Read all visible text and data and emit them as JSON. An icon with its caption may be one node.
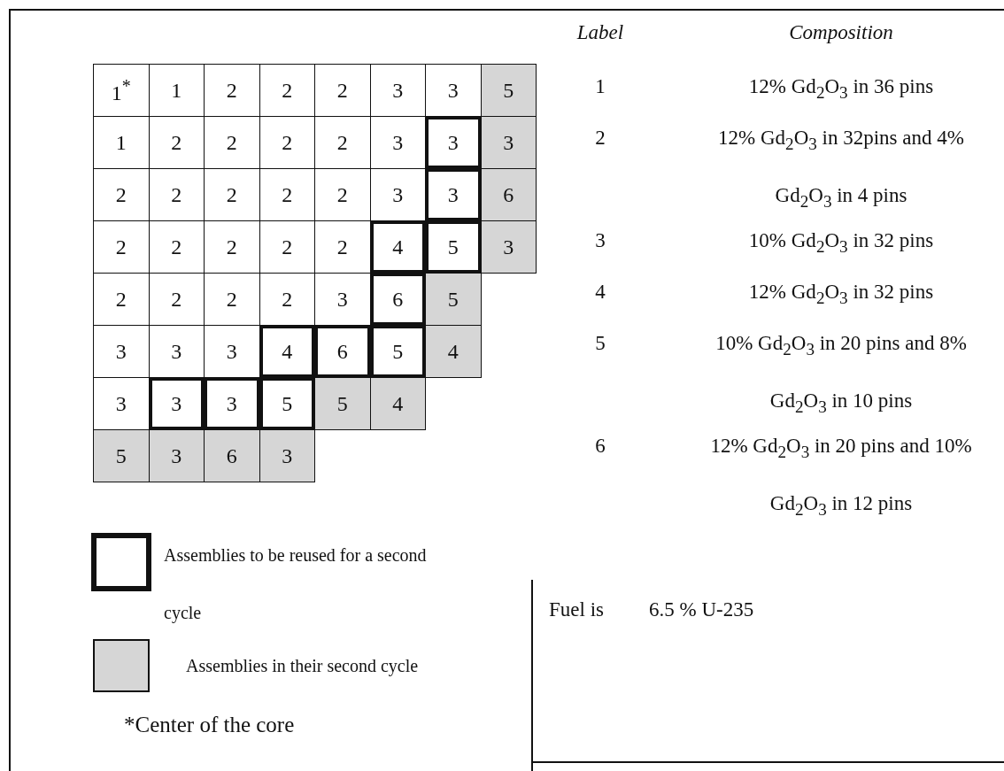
{
  "diagram": {
    "nodes": [
      {
        "text": [
          "1$^{*}$"
        ]
      },
      {
        "text": [
          "1"
        ]
      },
      {
        "text": [
          "2"
        ]
      },
      {
        "text": [
          "2"
        ]
      },
      {
        "text": [
          "2"
        ]
      },
      {
        "text": [
          "3"
        ]
      },
      {
        "text": [
          "3"
        ]
      },
      {
        "text": [
          "5"
        ]
      },
      {
        "text": [
          "1"
        ]
      },
      {
        "text": [
          "2"
        ]
      },
      {
        "text": [
          "2"
        ]
      },
      {
        "text": [
          "2"
        ]
      },
      {
        "text": [
          "2"
        ]
      },
      {
        "text": [
          "3"
        ]
      },
      {
        "text": [
          "3"
        ]
      },
      {
        "text": [
          "3"
        ]
      },
      {
        "text": [
          "2"
        ]
      },
      {
        "text": [
          "2"
        ]
      },
      {
        "text": [
          "2"
        ]
      },
      {
        "text": [
          "2"
        ]
      },
      {
        "text": [
          "2"
        ]
      },
      {
        "text": [
          "3"
        ]
      },
      {
        "text": [
          "3"
        ]
      },
      {
        "text": [
          "6"
        ]
      },
      {
        "text": [
          "2"
        ]
      },
      {
        "text": [
          "2"
        ]
      },
      {
        "text": [
          "2"
        ]
      },
      {
        "text": [
          "2"
        ]
      },
      {
        "text": [
          "2"
        ]
      },
      {
        "text": [
          "4"
        ]
      },
      {
        "text": [
          "5"
        ]
      },
      {
        "text": [
          "3"
        ]
      },
      {
        "text": [
          "2"
        ]
      },
      {
        "text": [
          "2"
        ]
      },
      {
        "text": [
          "2"
        ]
      },
      {
        "text": [
          "2"
        ]
      },
      {
        "text": [
          "3"
        ]
      },
      {
        "text": [
          "6"
        ]
      },
      {
        "text": [
          "5"
        ]
      },
      {
        "text": [
          "3"
        ]
      },
      {
        "text": [
          "3"
        ]
      },
      {
        "text": [
          "3"
        ]
      },
      {
        "text": [
          "4"
        ]
      },
      {
        "text": [
          "6"
        ]
      },
      {
        "text": [
          "5"
        ]
      },
      {
        "text": [
          "4"
        ]
      },
      {
        "text": [
          "3"
        ]
      },
      {
        "text": [
          "3"
        ]
      },
      {
        "text": [
          "3"
        ]
      },
      {
        "text": [
          "5"
        ]
      },
      {
        "text": [
          "5"
        ]
      },
      {
        "text": [
          "4"
        ]
      },
      {
        "text": [
          "5"
        ]
      },
      {
        "text": [
          "3"
        ]
      },
      {
        "text": [
          "6"
        ]
      },
      {
        "text": [
          "3"
        ]
      }
    ],
    "labels": [
      "Label",
      "Composition",
      "1",
      "12% Gd$_{2}$O$_{3}$ in 36 pins",
      "2",
      "12% Gd$_{2}$O$_{3}$ in 32pins and 4% Gd$_{2}$O$_{3}$ in 4 pins",
      "3",
      "10% Gd$_{2}$O$_{3}$ in 32 pins",
      "4",
      "12% Gd$_{2}$O$_{3}$ in 32 pins",
      "5",
      "10% Gd$_{2}$O$_{3}$ in 20 pins and 8% Gd$_{2}$O$_{3}$ in 10 pins",
      "6",
      "12% Gd$_{2}$O$_{3}$ in 20 pins and 10% Gd$_{2}$O$_{3}$ in 12 pins",
      "Fuel is",
      "6.5 % U-235",
      "*Center of the core"
    ],
    "legend": [
      {
        "text": "Assemblies to be reused for a second cycle"
      },
      {
        "text": "Assemblies in their second cycle",
        "color": "#d6d6d6"
      }
    ]
  }
}
